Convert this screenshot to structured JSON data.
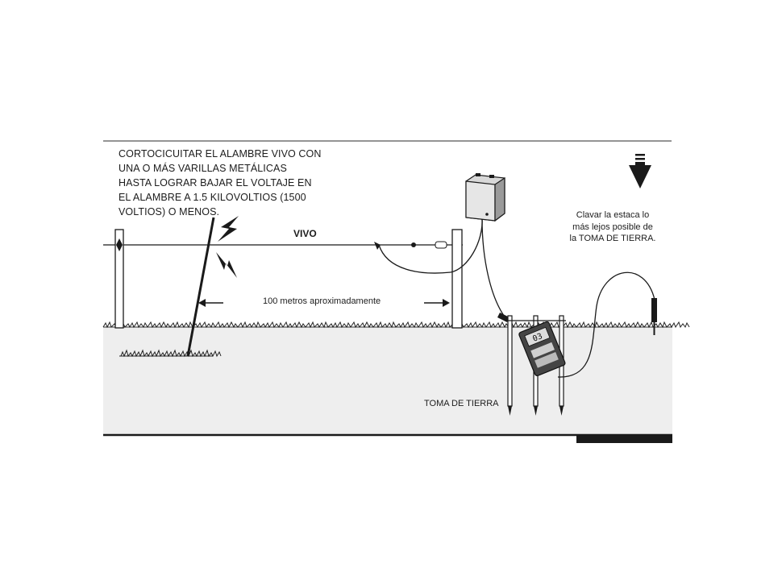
{
  "instruction": {
    "lines": [
      "CORTOCICUITAR EL ALAMBRE VIVO CON",
      "UNA O MÁS VARILLAS METÁLICAS",
      "HASTA LOGRAR BAJAR EL VOLTAJE EN",
      "EL ALAMBRE A 1.5 KILOVOLTIOS (1500",
      "VOLTIOS) O MENOS."
    ]
  },
  "wire_label": "VIVO",
  "distance_label": "100 metros aproximadamente",
  "ground_label": "TOMA DE TIERRA",
  "stake_note": {
    "lines": [
      "Clavar la estaca lo",
      "más lejos posible de",
      "la TOMA DE TIERRA."
    ]
  },
  "meter_display": "03",
  "icons": [
    "down-arrow-icon",
    "lightning-bolt-icon",
    "energizer-box",
    "voltmeter"
  ],
  "colors": {
    "ground_fill": "#eeeeee",
    "ink": "#1a1a1a",
    "line": "#333333"
  }
}
